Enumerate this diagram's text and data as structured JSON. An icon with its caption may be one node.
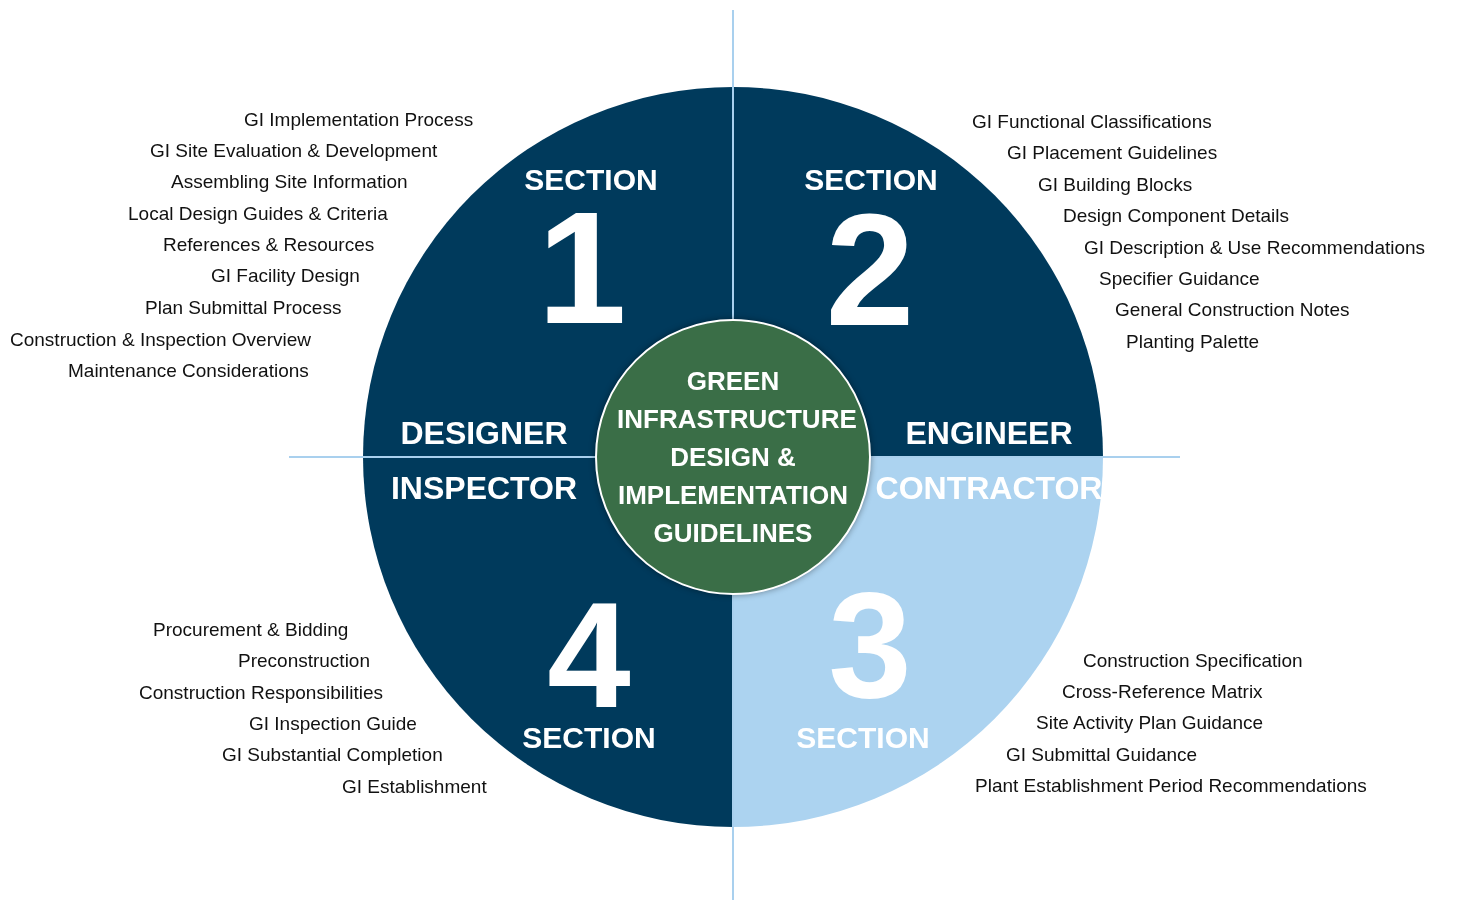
{
  "diagram": {
    "nodes": [
      {
        "text": [
          "SECTION",
          "1",
          "DESIGNER"
        ],
        "beside": [
          "GI Implementation Process",
          "GI Site Evaluation & Development",
          "Assembling Site Information",
          "Local Design Guides & Criteria",
          "References & Resources",
          "GI Facility Design",
          "Plan Submittal Process",
          "Construction & Inspection Overview",
          "Maintenance Considerations"
        ]
      },
      {
        "text": [
          "SECTION",
          "2",
          "ENGINEER"
        ],
        "beside": [
          "GI Functional Classifications",
          "GI Placement Guidelines",
          "GI Building Blocks",
          "Design Component Details",
          "GI Description & Use Recommendations",
          "Specifier Guidance",
          "General Construction Notes",
          "Planting Palette"
        ]
      },
      {
        "text": [
          "GREEN INFRASTRUCTURE DESIGN & IMPLEMENTATION GUIDELINES"
        ]
      },
      {
        "text": [
          "INSPECTOR",
          "4",
          "SECTION"
        ],
        "beside": [
          "Procurement & Bidding",
          "Preconstruction",
          "Construction Responsibilities",
          "GI Inspection Guide",
          "GI Substantial Completion",
          "GI Establishment"
        ]
      },
      {
        "text": [
          "CONTRACTOR",
          "3",
          "SECTION"
        ],
        "beside": [
          "Construction Specification",
          "Cross-Reference Matrix",
          "Site Activity Plan Guidance",
          "GI Submittal Guidance",
          "Plant Establishment Period Recommendations"
        ]
      }
    ]
  }
}
